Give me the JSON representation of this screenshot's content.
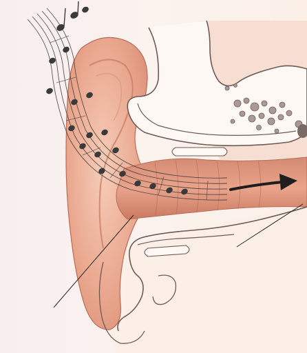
{
  "figure": {
    "background_color": "#fbf3ee",
    "skin_color": "#e9a48b",
    "skin_light": "#f3c6b2",
    "skin_shadow": "#c97a62",
    "bone_fill": "#fdf8f4",
    "bone_outline": "#6e5a55",
    "ink_color": "#2b2b2b",
    "leader_line_count": 2,
    "elements": [
      "music-staff",
      "music-notes",
      "outer-ear",
      "ear-canal",
      "bone-cross-section",
      "direction-arrow"
    ]
  }
}
